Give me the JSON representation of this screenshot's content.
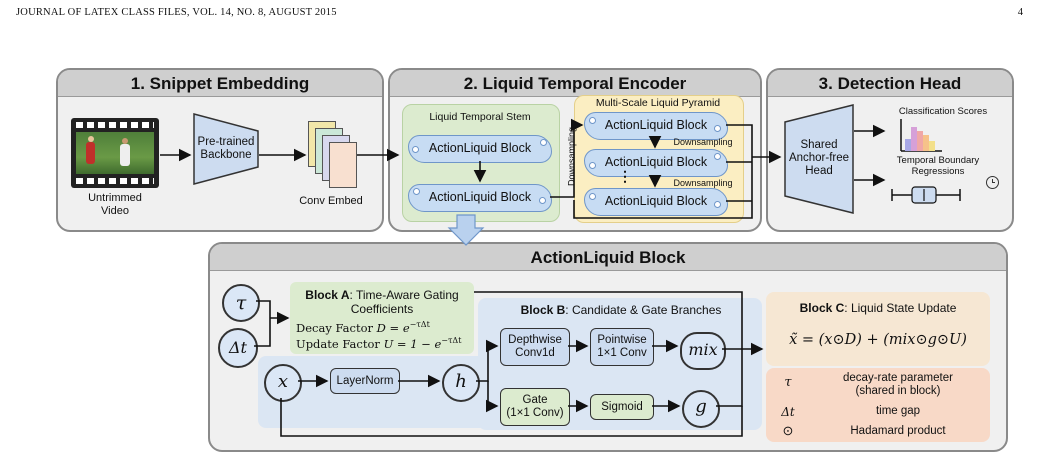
{
  "header": {
    "journal": "JOURNAL OF LATEX CLASS FILES, VOL. 14, NO. 8, AUGUST 2015",
    "page_number": "4"
  },
  "stage1": {
    "title": "1.  Snippet Embedding",
    "video_label_1": "Untrimmed",
    "video_label_2": "Video",
    "backbone_1": "Pre-trained",
    "backbone_2": "Backbone",
    "conv_embed": "Conv Embed"
  },
  "stage2": {
    "title": "2. Liquid Temporal Encoder",
    "stem_title": "Liquid Temporal Stem",
    "pyramid_title": "Multi-Scale Liquid Pyramid",
    "block_label": "ActionLiquid Block",
    "downsampling": "Downsampling",
    "dots": "⋮"
  },
  "stage3": {
    "title": "3. Detection Head",
    "head_1": "Shared",
    "head_2": "Anchor-free",
    "head_3": "Head",
    "cls_scores": "Classification Scores",
    "boundary_1": "Temporal Boundary",
    "boundary_2": "Regressions"
  },
  "block": {
    "title": "ActionLiquid Block",
    "tau": "τ",
    "dt": "Δt",
    "x": "x",
    "h": "h",
    "mix": "mix",
    "g": "g",
    "block_a_bold": "Block A",
    "block_a_text": ": Time-Aware Gating",
    "block_a_text2": "Coefficients",
    "decay": "Decay Factor",
    "decay_eq": "D = e",
    "decay_exp": "−τΔt",
    "update": "Update Factor",
    "update_eq": "U = 1 − e",
    "update_exp": "−τΔt",
    "block_b_bold": "Block B",
    "block_b_text": ": Candidate & Gate Branches",
    "layernorm": "LayerNorm",
    "depthwise_1": "Depthwise",
    "depthwise_2": "Conv1d",
    "pointwise_1": "Pointwise",
    "pointwise_2": "1×1 Conv",
    "gate_1": "Gate",
    "gate_2": "(1×1 Conv)",
    "sigmoid": "Sigmoid",
    "block_c_bold": "Block C",
    "block_c_text": ": Liquid State Update",
    "update_formula": "x̃ = (x⊙D) + (mix⊙g⊙U)",
    "legend": [
      {
        "sym": "τ",
        "text": "decay-rate parameter",
        "text2": "(shared in block)"
      },
      {
        "sym": "Δt",
        "text": "time gap",
        "text2": ""
      },
      {
        "sym": "⊙",
        "text": "Hadamard product",
        "text2": ""
      }
    ]
  },
  "colors": {
    "panel_gray": "#f0f0f0",
    "title_gray": "#cfcfcf",
    "stem_green": "#dcebcf",
    "pyramid_yellow": "#fbeec2",
    "blob_blue": "#c7dcf3",
    "block_c_peach": "#f6e7d3",
    "legend_orange": "#f8d9c7",
    "backbone_blue": "#cddcf0"
  }
}
